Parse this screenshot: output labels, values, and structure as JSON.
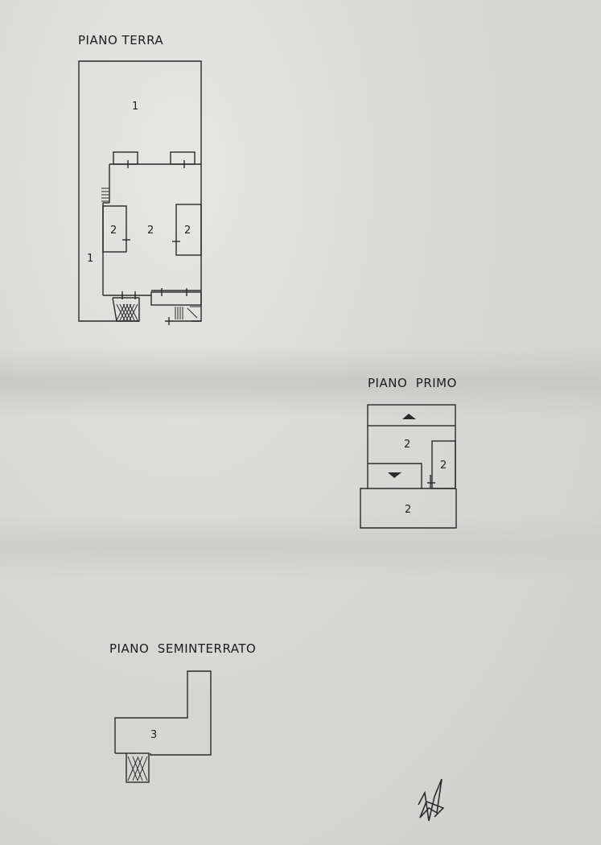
{
  "floors": {
    "ground": {
      "title": "PIANO TERRA",
      "labels": [
        "1",
        "2",
        "2",
        "2",
        "1"
      ]
    },
    "first": {
      "title": "PIANO  PRIMO",
      "labels": [
        "2",
        "2",
        "2"
      ]
    },
    "basement": {
      "title": "PIANO  SEMINTERRATO",
      "labels": [
        "3"
      ]
    }
  },
  "colors": {
    "paper": "#d9d9d7",
    "ink": "#2a2a2a"
  },
  "icons": [
    "stair-up-arrow-icon",
    "stair-down-arrow-icon",
    "stairs-hatch-icon",
    "signature-mark"
  ]
}
